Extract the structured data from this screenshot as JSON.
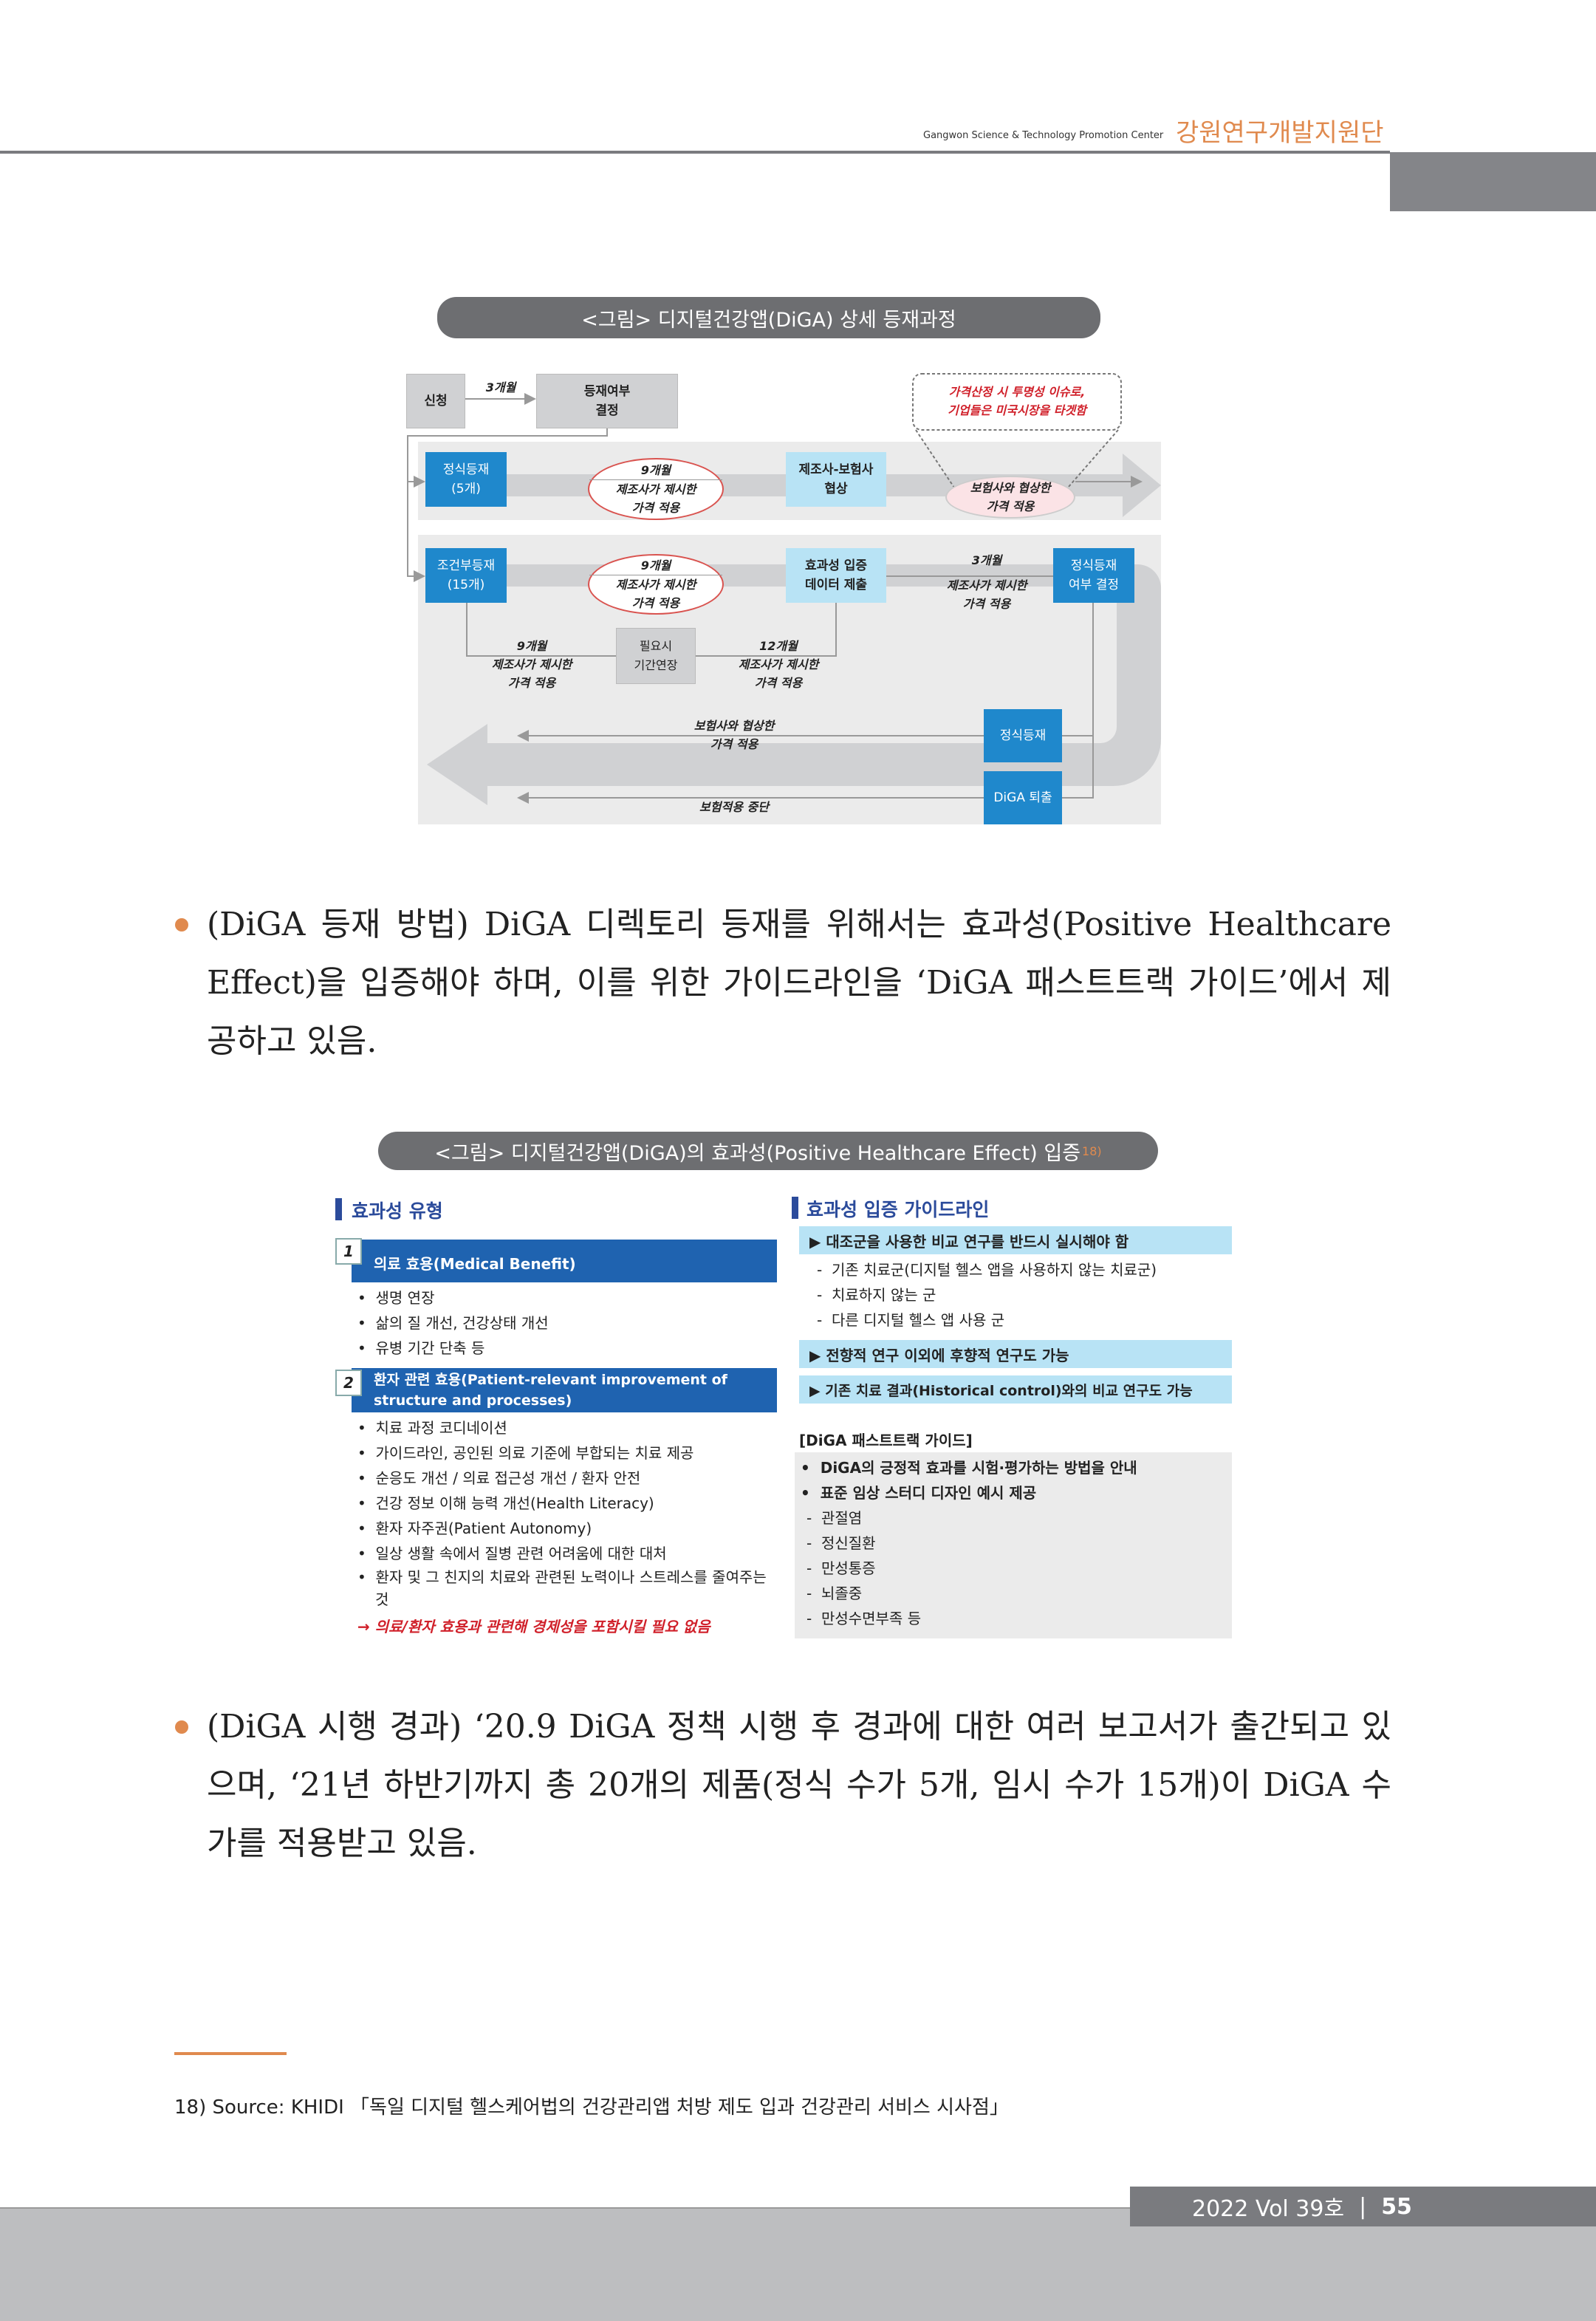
{
  "header": {
    "org_en": "Gangwon Science & Technology Promotion Center",
    "org_ko": "강원연구개발지원단"
  },
  "figure1": {
    "title": "<그림> 디지털건강앱(DiGA) 상세 등재과정",
    "apply": "신청",
    "months3_top": "3개월",
    "decide": "등재여부\n결정",
    "callout": "가격산정 시 투명성 이슈로,\n기업들은 미국시장을 타겟함",
    "formal": "정식등재\n(5개)",
    "ell1_top": "9개월",
    "ell1_body": "제조사가 제시한\n가격 적용",
    "negotiation": "제조사-보험사\n협상",
    "pink_ell": "보험사와 협상한\n가격 적용",
    "conditional": "조건부등재\n(15개)",
    "ell2_top": "9개월",
    "ell2_body": "제조사가 제시한\n가격 적용",
    "evidence": "효과성 입증\n데이터 제출",
    "months3_mid": "3개월",
    "months3_mid_body": "제조사가 제시한\n가격 적용",
    "formal_decide": "정식등재\n여부 결정",
    "left9": "9개월\n제조사가 제시한\n가격 적용",
    "extend": "필요시\n기간연장",
    "right12": "12개월\n제조사가 제시한\n가격 적용",
    "formal_final": "정식등재",
    "negotiated_price": "보험사와 협상한\n가격 적용",
    "exit": "DiGA 퇴출",
    "stop": "보험적용 중단"
  },
  "para1": "(DiGA 등재 방법) DiGA 디렉토리 등재를 위해서는 효과성(Positive Healthcare Effect)을 입증해야 하며, 이를 위한 가이드라인을 ‘DiGA 패스트트랙 가이드’에서 제공하고 있음.",
  "figure2": {
    "title": "<그림> 디지털건강앱(DiGA)의 효과성(Positive Healthcare Effect) 입증",
    "footnote_ref": "18)",
    "left_heading": "효과성 유형",
    "type1_num": "1",
    "type1_label": "의료 효용(Medical Benefit)",
    "type1_items": [
      "생명 연장",
      "삶의 질 개선, 건강상태 개선",
      "유병 기간 단축 등"
    ],
    "type2_num": "2",
    "type2_label": "환자 관련 효용(Patient-relevant improvement of structure and processes)",
    "type2_items": [
      "치료 과정 코디네이션",
      "가이드라인, 공인된 의료 기준에 부합되는 치료 제공",
      "순응도 개선 / 의료 접근성 개선 / 환자 안전",
      "건강 정보 이해 능력 개선(Health Literacy)",
      "환자 자주권(Patient Autonomy)",
      "일상 생활 속에서 질병 관련 어려움에 대한 대처",
      "환자 및 그 친지의 치료와 관련된 노력이나 스트레스를 줄여주는 것"
    ],
    "note": "→ 의료/환자 효용과 관련해 경제성을 포함시킬 필요 없음",
    "right_heading": "효과성 입증 가이드라인",
    "g1": "▶ 대조군을 사용한 비교 연구를 반드시 실시해야 함",
    "g1_items": [
      "기존 치료군(디지털 헬스 앱을 사용하지 않는 치료군)",
      "치료하지 않는 군",
      "다른 디지털 헬스 앱 사용 군"
    ],
    "g2": "▶ 전향적 연구 이외에 후향적 연구도 가능",
    "g3": "▶ 기존 치료 결과(Historical control)와의 비교 연구도 가능",
    "fast_title": "[DiGA 패스트트랙 가이드]",
    "fast_b1": "DiGA의 긍정적 효과를 시험·평가하는 방법을 안내",
    "fast_b2": "표준 임상 스터디 디자인 예시 제공",
    "fast_items": [
      "관절염",
      "정신질환",
      "만성통증",
      "뇌졸중",
      "만성수면부족 등"
    ]
  },
  "para2": "(DiGA 시행 경과) ‘20.9 DiGA 정책 시행 후 경과에 대한 여러 보고서가 출간되고 있으며, ‘21년 하반기까지 총 20개의 제품(정식 수가 5개, 임시 수가 15개)이 DiGA 수가를 적용받고 있음.",
  "footnote": "18)  Source: KHIDI 「독일 디지털 헬스케어법의 건강관리앱 처방 제도 입과 건강관리 서비스 시사점」",
  "footer": {
    "issue": "2022 Vol 39호",
    "sep": "|",
    "page": "55"
  }
}
